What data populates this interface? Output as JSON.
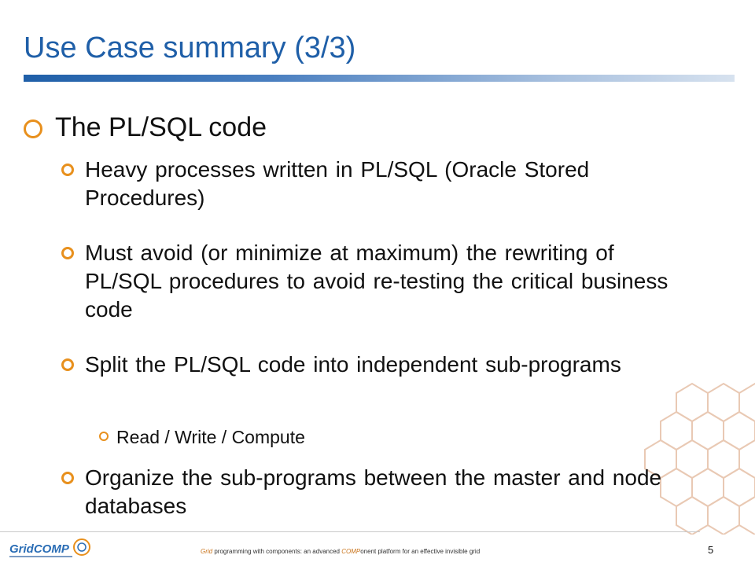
{
  "slide": {
    "title": "Use Case summary (3/3)",
    "bullet1": "The PL/SQL code",
    "sub_bullets": [
      "Heavy processes written in PL/SQL (Oracle Stored Procedures)",
      "Must avoid (or minimize at maximum) the rewriting of PL/SQL procedures to avoid re-testing the critical business code",
      "Split the PL/SQL code into independent sub-programs",
      "Organize the sub-programs between the master and node databases"
    ],
    "sub_sub_bullet": "Read / Write / Compute"
  },
  "footer": {
    "logo_text": "GridCOMP",
    "tagline_part1": "Grid",
    "tagline_part2": " programming with components: an advanced ",
    "tagline_part3": "COMP",
    "tagline_part4": "onent  platform for an effective invisible grid",
    "page_number": "5"
  },
  "colors": {
    "title": "#1f5fa8",
    "bullet": "#e8901d",
    "footer_accent": "#c9731a"
  }
}
